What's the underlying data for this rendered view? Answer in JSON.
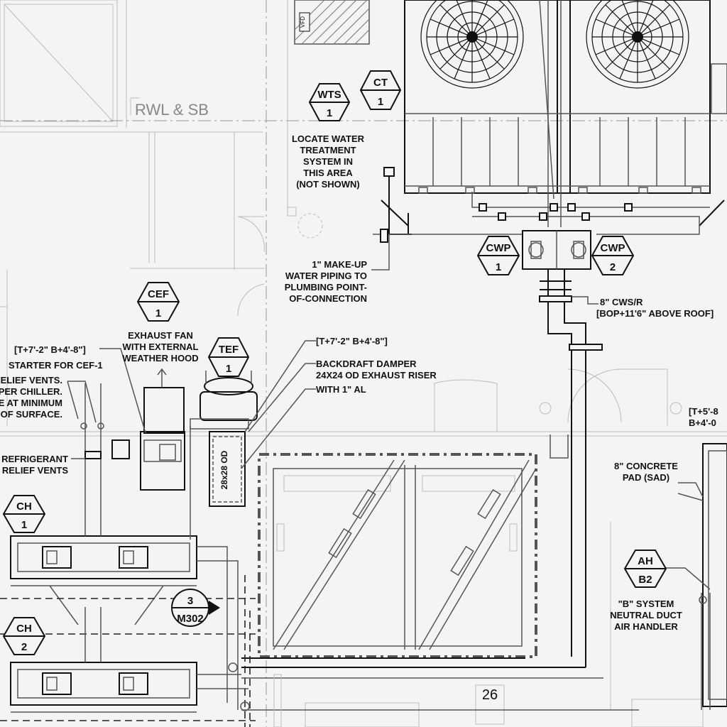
{
  "drawing": {
    "ref_label": "RWL & SB",
    "vfd_label": "VFD",
    "room_number": "26",
    "duct_size": "28x28 OD"
  },
  "tags": {
    "wts": {
      "name": "WTS",
      "num": "1"
    },
    "ct": {
      "name": "CT",
      "num": "1"
    },
    "cwp1": {
      "name": "CWP",
      "num": "1"
    },
    "cwp2": {
      "name": "CWP",
      "num": "2"
    },
    "cef": {
      "name": "CEF",
      "num": "1"
    },
    "tef": {
      "name": "TEF",
      "num": "1"
    },
    "ch1": {
      "name": "CH",
      "num": "1"
    },
    "ch2": {
      "name": "CH",
      "num": "2"
    },
    "ahb2": {
      "name": "AH",
      "num": "B2"
    },
    "section": {
      "num": "3",
      "sheet": "M302"
    }
  },
  "notes": {
    "water_treatment": [
      "LOCATE WATER",
      "TREATMENT",
      "SYSTEM IN",
      "THIS AREA",
      "(NOT SHOWN)"
    ],
    "makeup": [
      "1\" MAKE-UP",
      "WATER PIPING TO",
      "PLUMBING POINT-",
      "OF-CONNECTION"
    ],
    "cws": [
      "8\" CWS/R",
      "[BOP+11'6\" ABOVE ROOF]"
    ],
    "exhaust_fan": [
      "EXHAUST FAN",
      "WITH EXTERNAL",
      "WEATHER HOOD"
    ],
    "elev_left": "[T+7'-2\" B+4'-8\"]",
    "starter": "STARTER FOR CEF-1",
    "relief": [
      "RELIEF VENTS.",
      "PER CHILLER.",
      "E AT MINIMUM",
      "OOF SURFACE."
    ],
    "elev_right": "[T+7'-2\" B+4'-8\"]",
    "damper": [
      "BACKDRAFT DAMPER",
      "24X24 OD EXHAUST RISER",
      "WITH 1\" AL"
    ],
    "elev_far_right": [
      "[T+5'-8",
      "B+4'-0"
    ],
    "refrigerant": [
      "\" REFRIGERANT",
      "RELIEF VENTS"
    ],
    "pad": [
      "8\" CONCRETE",
      "PAD (SAD)"
    ],
    "air_handler": [
      "\"B\" SYSTEM",
      "NEUTRAL DUCT",
      "AIR HANDLER"
    ]
  }
}
